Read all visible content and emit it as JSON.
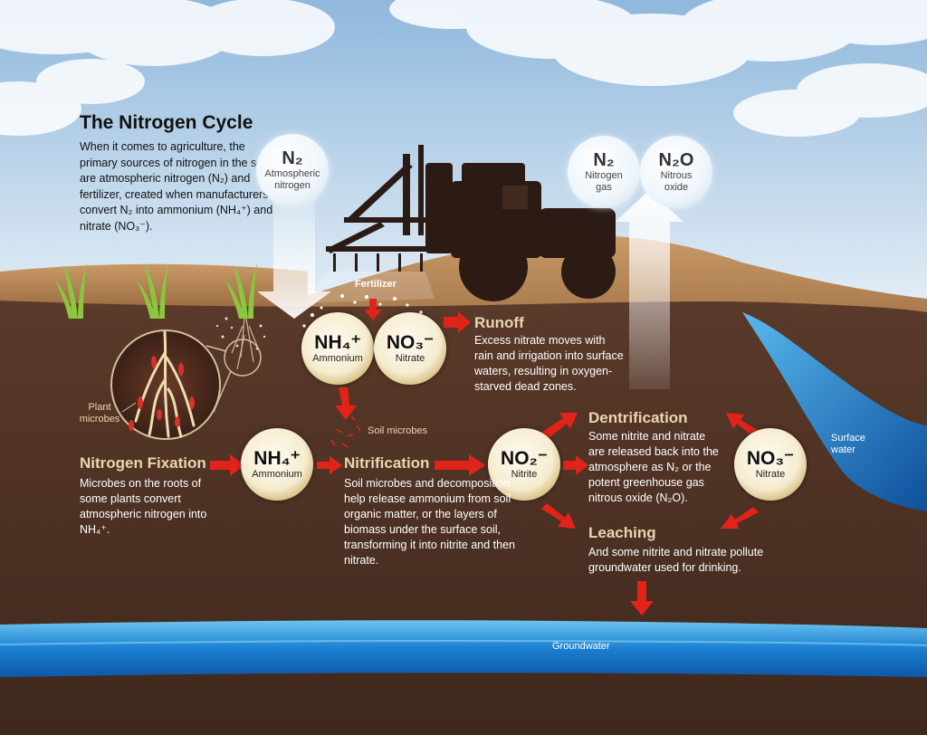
{
  "title": "The Nitrogen Cycle",
  "intro": "When it comes to agriculture, the primary sources of nitrogen in the soil are atmospheric nitrogen (N₂) and fertilizer, created when manufacturers convert N₂ into ammonium (NH₄⁺) and nitrate (NO₃⁻).",
  "bubbles": {
    "atm_n2": {
      "formula": "N₂",
      "name_line1": "Atmospheric",
      "name_line2": "nitrogen"
    },
    "n2_gas": {
      "formula": "N₂",
      "name_line1": "Nitrogen",
      "name_line2": "gas"
    },
    "n2o": {
      "formula": "N₂O",
      "name_line1": "Nitrous",
      "name_line2": "oxide"
    },
    "nh4_top": {
      "formula": "NH₄⁺",
      "name": "Ammonium"
    },
    "no3_top": {
      "formula": "NO₃⁻",
      "name": "Nitrate"
    },
    "nh4_mid": {
      "formula": "NH₄⁺",
      "name": "Ammonium"
    },
    "no2": {
      "formula": "NO₂⁻",
      "name": "Nitrite"
    },
    "no3_right": {
      "formula": "NO₃⁻",
      "name": "Nitrate"
    }
  },
  "labels": {
    "fertilizer": "Fertilizer",
    "soil_microbes": "Soil microbes",
    "plant_microbes_1": "Plant",
    "plant_microbes_2": "microbes",
    "surface_water_1": "Surface",
    "surface_water_2": "water",
    "groundwater": "Groundwater"
  },
  "sections": {
    "runoff": {
      "heading": "Runoff",
      "body": "Excess nitrate moves with rain and irrigation into surface waters, resulting in oxygen-starved dead zones."
    },
    "fixation": {
      "heading": "Nitrogen Fixation",
      "body": "Microbes on the roots of some plants convert atmospheric nitrogen into NH₄⁺."
    },
    "nitrification": {
      "heading": "Nitrification",
      "body": "Soil microbes and decomposition help release ammonium from soil organic matter, or the layers of biomass under the surface soil,  transforming it into nitrite and then nitrate."
    },
    "denitrification": {
      "heading": "Dentrification",
      "body": "Some nitrite and nitrate are released back into the atmosphere as N₂ or the potent greenhouse gas nitrous oxide (N₂O)."
    },
    "leaching": {
      "heading": "Leaching",
      "body": "And some nitrite and nitrate pollute groundwater used for drinking."
    }
  },
  "colors": {
    "sky_top": "#8fb8dc",
    "sky_bottom": "#dbe8f3",
    "soil": "#4a2f22",
    "hill": "#b58656",
    "water": "#1a74c8",
    "arrow": "#e2231a",
    "heading": "#e8d6b0"
  },
  "icons": [
    "tractor-icon",
    "grass-icon",
    "root-microbes-icon",
    "red-arrow-icon",
    "white-arrow-icon"
  ]
}
